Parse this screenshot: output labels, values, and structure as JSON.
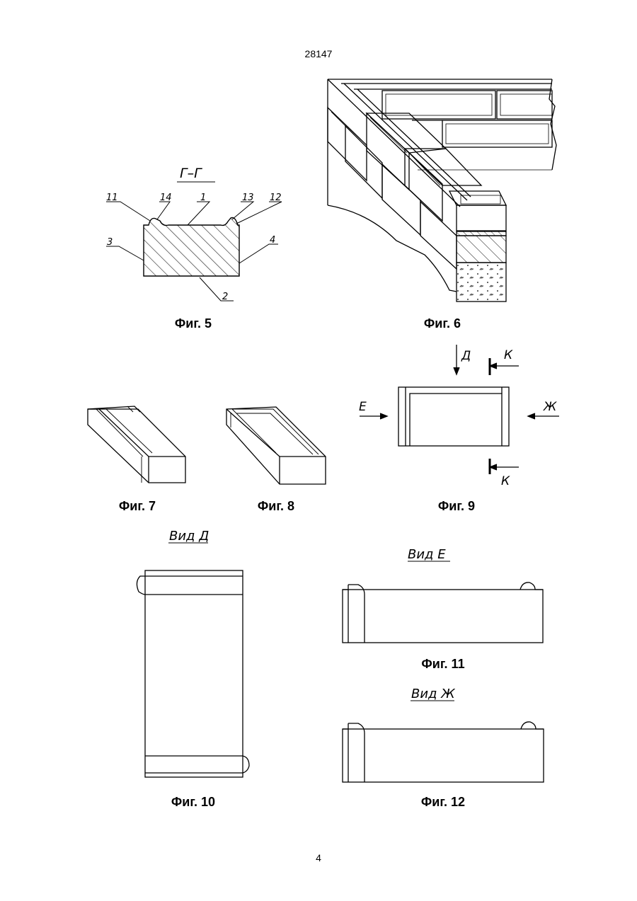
{
  "header": {
    "patent_number": "28147"
  },
  "footer": {
    "page_number": "4"
  },
  "figures": {
    "fig5": {
      "caption": "Фиг. 5",
      "section_label": "Г–Г",
      "callouts": {
        "c11": "11",
        "c14": "14",
        "c1": "1",
        "c13": "13",
        "c12": "12",
        "c3": "3",
        "c4": "4",
        "c2": "2"
      }
    },
    "fig6": {
      "caption": "Фиг. 6"
    },
    "fig7": {
      "caption": "Фиг. 7"
    },
    "fig8": {
      "caption": "Фиг. 8"
    },
    "fig9": {
      "caption": "Фиг. 9",
      "view_d": "Д",
      "view_k_top": "К",
      "view_k_bottom": "К",
      "view_e": "Е",
      "view_zh": "Ж"
    },
    "fig10": {
      "caption": "Фиг. 10",
      "view_label": "Вид Д"
    },
    "fig11": {
      "caption": "Фиг. 11",
      "view_label": "Вид Е"
    },
    "fig12": {
      "caption": "Фиг. 12",
      "view_label": "Вид Ж"
    }
  }
}
